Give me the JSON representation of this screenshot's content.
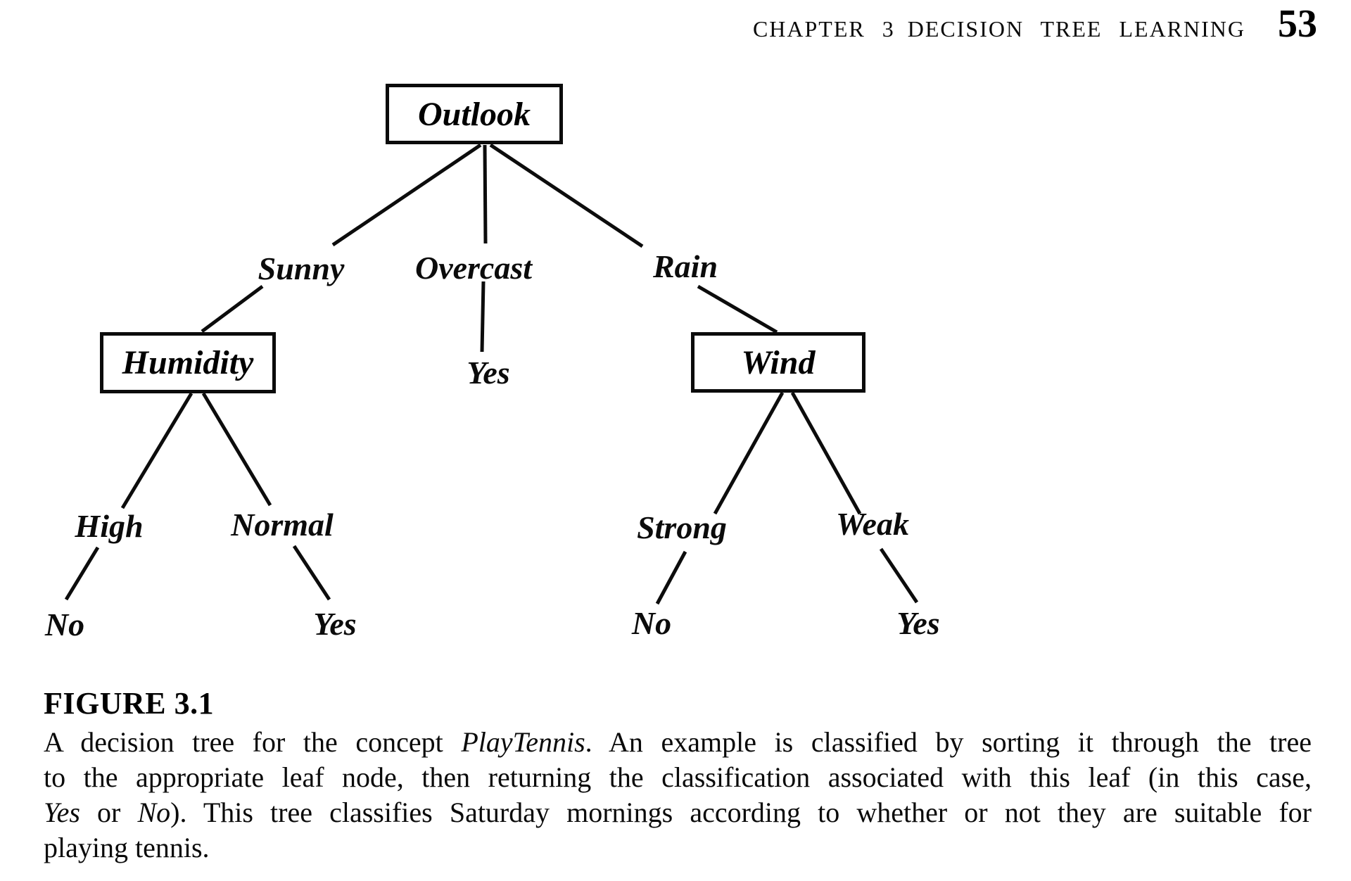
{
  "colors": {
    "ink": "#000000",
    "paper": "#ffffff"
  },
  "header": {
    "chapter": "CHAPTER 3",
    "title": "DECISION TREE LEARNING",
    "page_number": "53"
  },
  "tree": {
    "nodes": {
      "outlook": "Outlook",
      "humidity": "Humidity",
      "wind": "Wind"
    },
    "branches": {
      "sunny": "Sunny",
      "overcast": "Overcast",
      "rain": "Rain",
      "high": "High",
      "normal": "Normal",
      "strong": "Strong",
      "weak": "Weak"
    },
    "leaves": {
      "overcast": "Yes",
      "high": "No",
      "normal": "Yes",
      "strong": "No",
      "weak": "Yes"
    }
  },
  "caption": {
    "heading": "FIGURE 3.1",
    "line1": {
      "seg0": "A decision tree for the concept ",
      "seg1": "PlayTennis",
      "seg2": ". An example is classified by sorting it through the tree"
    },
    "line2": "to the appropriate leaf node, then returning the classification associated with this leaf (in this case,",
    "line3": {
      "seg0": "Yes",
      "seg1": " or ",
      "seg2": "No",
      "seg3": "). This tree classifies Saturday mornings according to whether or not they are suitable for"
    },
    "line4": "playing tennis."
  }
}
